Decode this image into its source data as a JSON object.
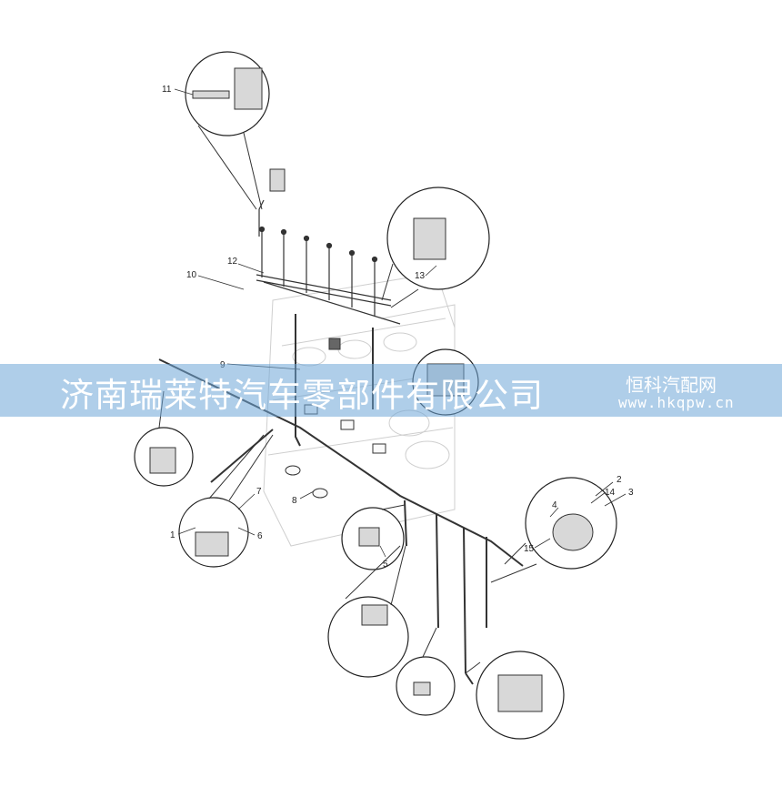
{
  "watermark": {
    "company": "济南瑞莱特汽车零部件有限公司",
    "site_name": "恒科汽配网",
    "site_url": "www.hkqpw.cn"
  },
  "callouts": [
    {
      "id": "c1",
      "label": "1"
    },
    {
      "id": "c2",
      "label": "2"
    },
    {
      "id": "c3",
      "label": "3"
    },
    {
      "id": "c4",
      "label": "4"
    },
    {
      "id": "c5",
      "label": "5"
    },
    {
      "id": "c6",
      "label": "6"
    },
    {
      "id": "c7",
      "label": "7"
    },
    {
      "id": "c8",
      "label": "8"
    },
    {
      "id": "c9",
      "label": "9"
    },
    {
      "id": "c10",
      "label": "10"
    },
    {
      "id": "c11",
      "label": "11"
    },
    {
      "id": "c12",
      "label": "12"
    },
    {
      "id": "c13",
      "label": "13"
    },
    {
      "id": "c14",
      "label": "14"
    },
    {
      "id": "c15",
      "label": "15"
    }
  ]
}
